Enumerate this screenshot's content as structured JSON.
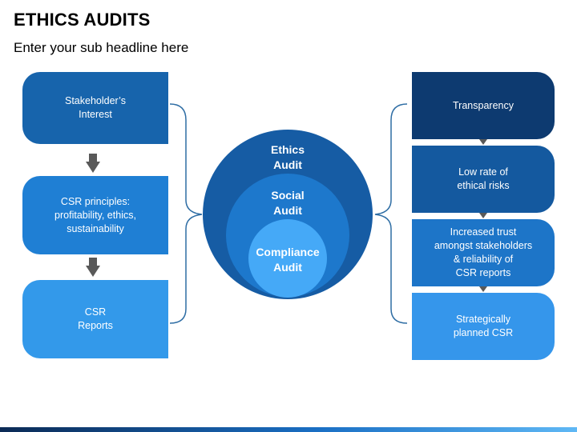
{
  "header": {
    "title": "ETHICS AUDITS",
    "subtitle": "Enter your sub headline here"
  },
  "left_boxes": [
    {
      "label": "Stakeholder’s\nInterest",
      "color": "#1764ac"
    },
    {
      "label": "CSR principles:\nprofitability, ethics,\nsustainability",
      "color": "#1f7fd4"
    },
    {
      "label": "CSR\nReports",
      "color": "#3399ea"
    }
  ],
  "center": {
    "outer": {
      "label": "Ethics\nAudit",
      "color": "#165ca4"
    },
    "middle": {
      "label": "Social\nAudit",
      "color": "#1d78cc"
    },
    "inner": {
      "label": "Compliance\nAudit",
      "color": "#45a9f7"
    }
  },
  "right_boxes": [
    {
      "label": "Transparency",
      "color": "#0d3a70"
    },
    {
      "label": "Low rate of\nethical risks",
      "color": "#14599f"
    },
    {
      "label": "Increased trust\namongst stakeholders\n& reliability of\nCSR reports",
      "color": "#1d75c8"
    },
    {
      "label": "Strategically\nplanned CSR",
      "color": "#3596eb"
    }
  ],
  "colors": {
    "arrow": "#595959",
    "brace": "#2e6da4",
    "footer_bar": [
      "#0b2a55",
      "#1a6fc4",
      "#5fb8f5"
    ]
  }
}
